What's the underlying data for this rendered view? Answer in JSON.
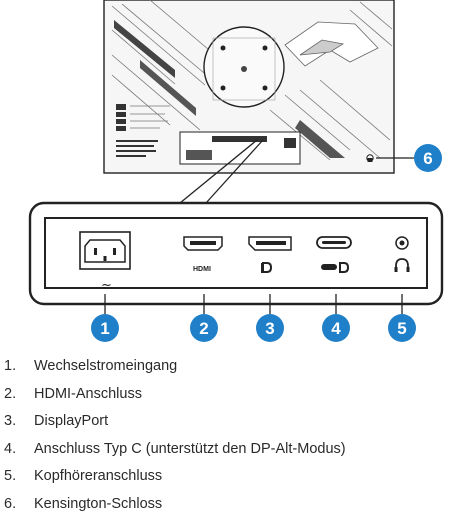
{
  "callouts": [
    {
      "number": "1",
      "label": "1.",
      "text": "Wechselstromeingang"
    },
    {
      "number": "2",
      "label": "2.",
      "text": "HDMI-Anschluss"
    },
    {
      "number": "3",
      "label": "3.",
      "text": "DisplayPort"
    },
    {
      "number": "4",
      "label": "4.",
      "text": "Anschluss Typ C (unterstützt den DP-Alt-Modus)"
    },
    {
      "number": "5",
      "label": "5.",
      "text": "Kopfhöreranschluss"
    },
    {
      "number": "6",
      "label": "6.",
      "text": "Kensington-Schloss"
    }
  ],
  "port_labels": {
    "ac": "~",
    "hdmi": "HDMI"
  },
  "icons": [
    "ac-inlet-icon",
    "hdmi-port-icon",
    "displayport-icon",
    "usb-c-port-icon",
    "headphone-jack-icon",
    "kensington-lock-icon"
  ],
  "colors": {
    "badge": "#1f80c9",
    "line": "#222222"
  }
}
